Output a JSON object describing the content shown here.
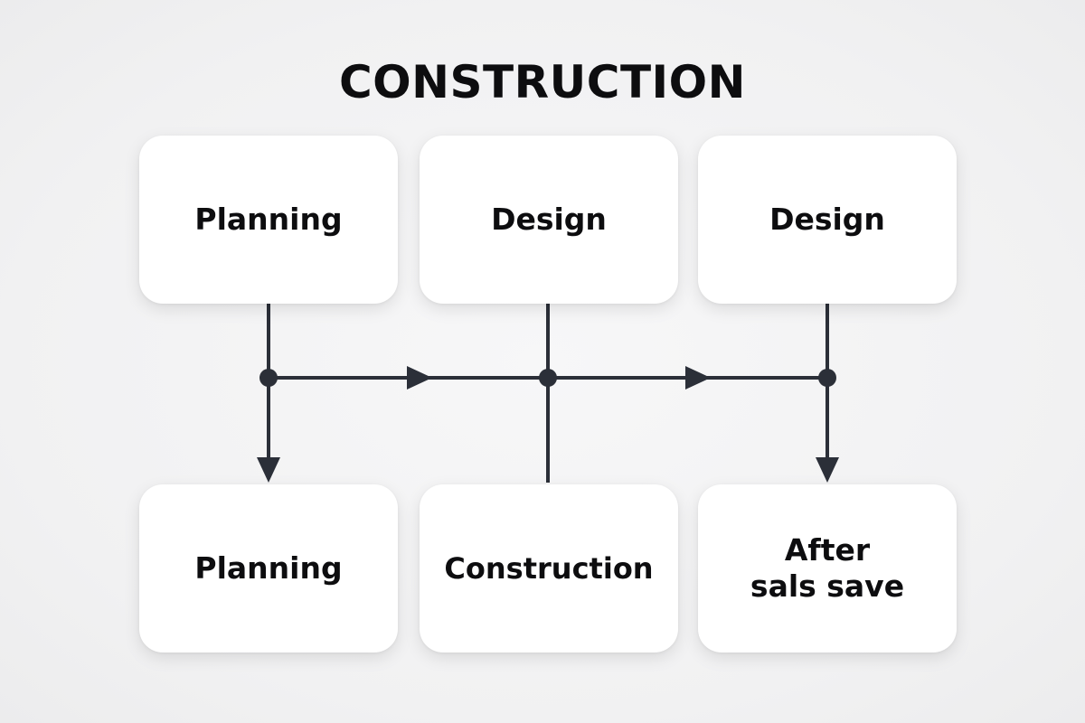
{
  "title": "CONSTRUCTION",
  "nodes": {
    "top_left": "Planning",
    "top_middle": "Design",
    "top_right": "Design",
    "bottom_left": "Planning",
    "bottom_middle": "Construction",
    "bottom_right": "After\nsals save"
  },
  "colors": {
    "line": "#2b2f38",
    "box": "#ffffff",
    "text": "#0d0d0f"
  }
}
